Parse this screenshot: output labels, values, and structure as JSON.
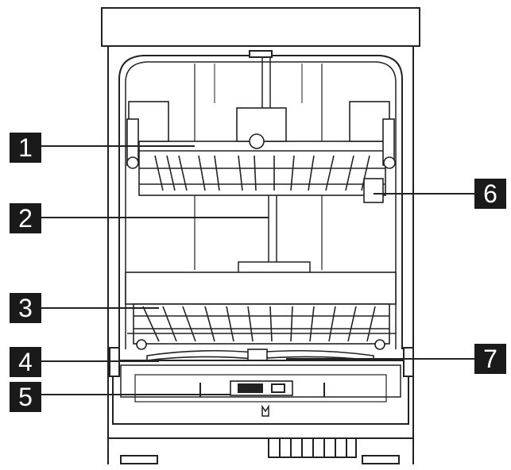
{
  "callouts": [
    {
      "id": "c1",
      "label": "1"
    },
    {
      "id": "c2",
      "label": "2"
    },
    {
      "id": "c3",
      "label": "3"
    },
    {
      "id": "c4",
      "label": "4"
    },
    {
      "id": "c5",
      "label": "5"
    },
    {
      "id": "c6",
      "label": "6"
    },
    {
      "id": "c7",
      "label": "7"
    }
  ]
}
